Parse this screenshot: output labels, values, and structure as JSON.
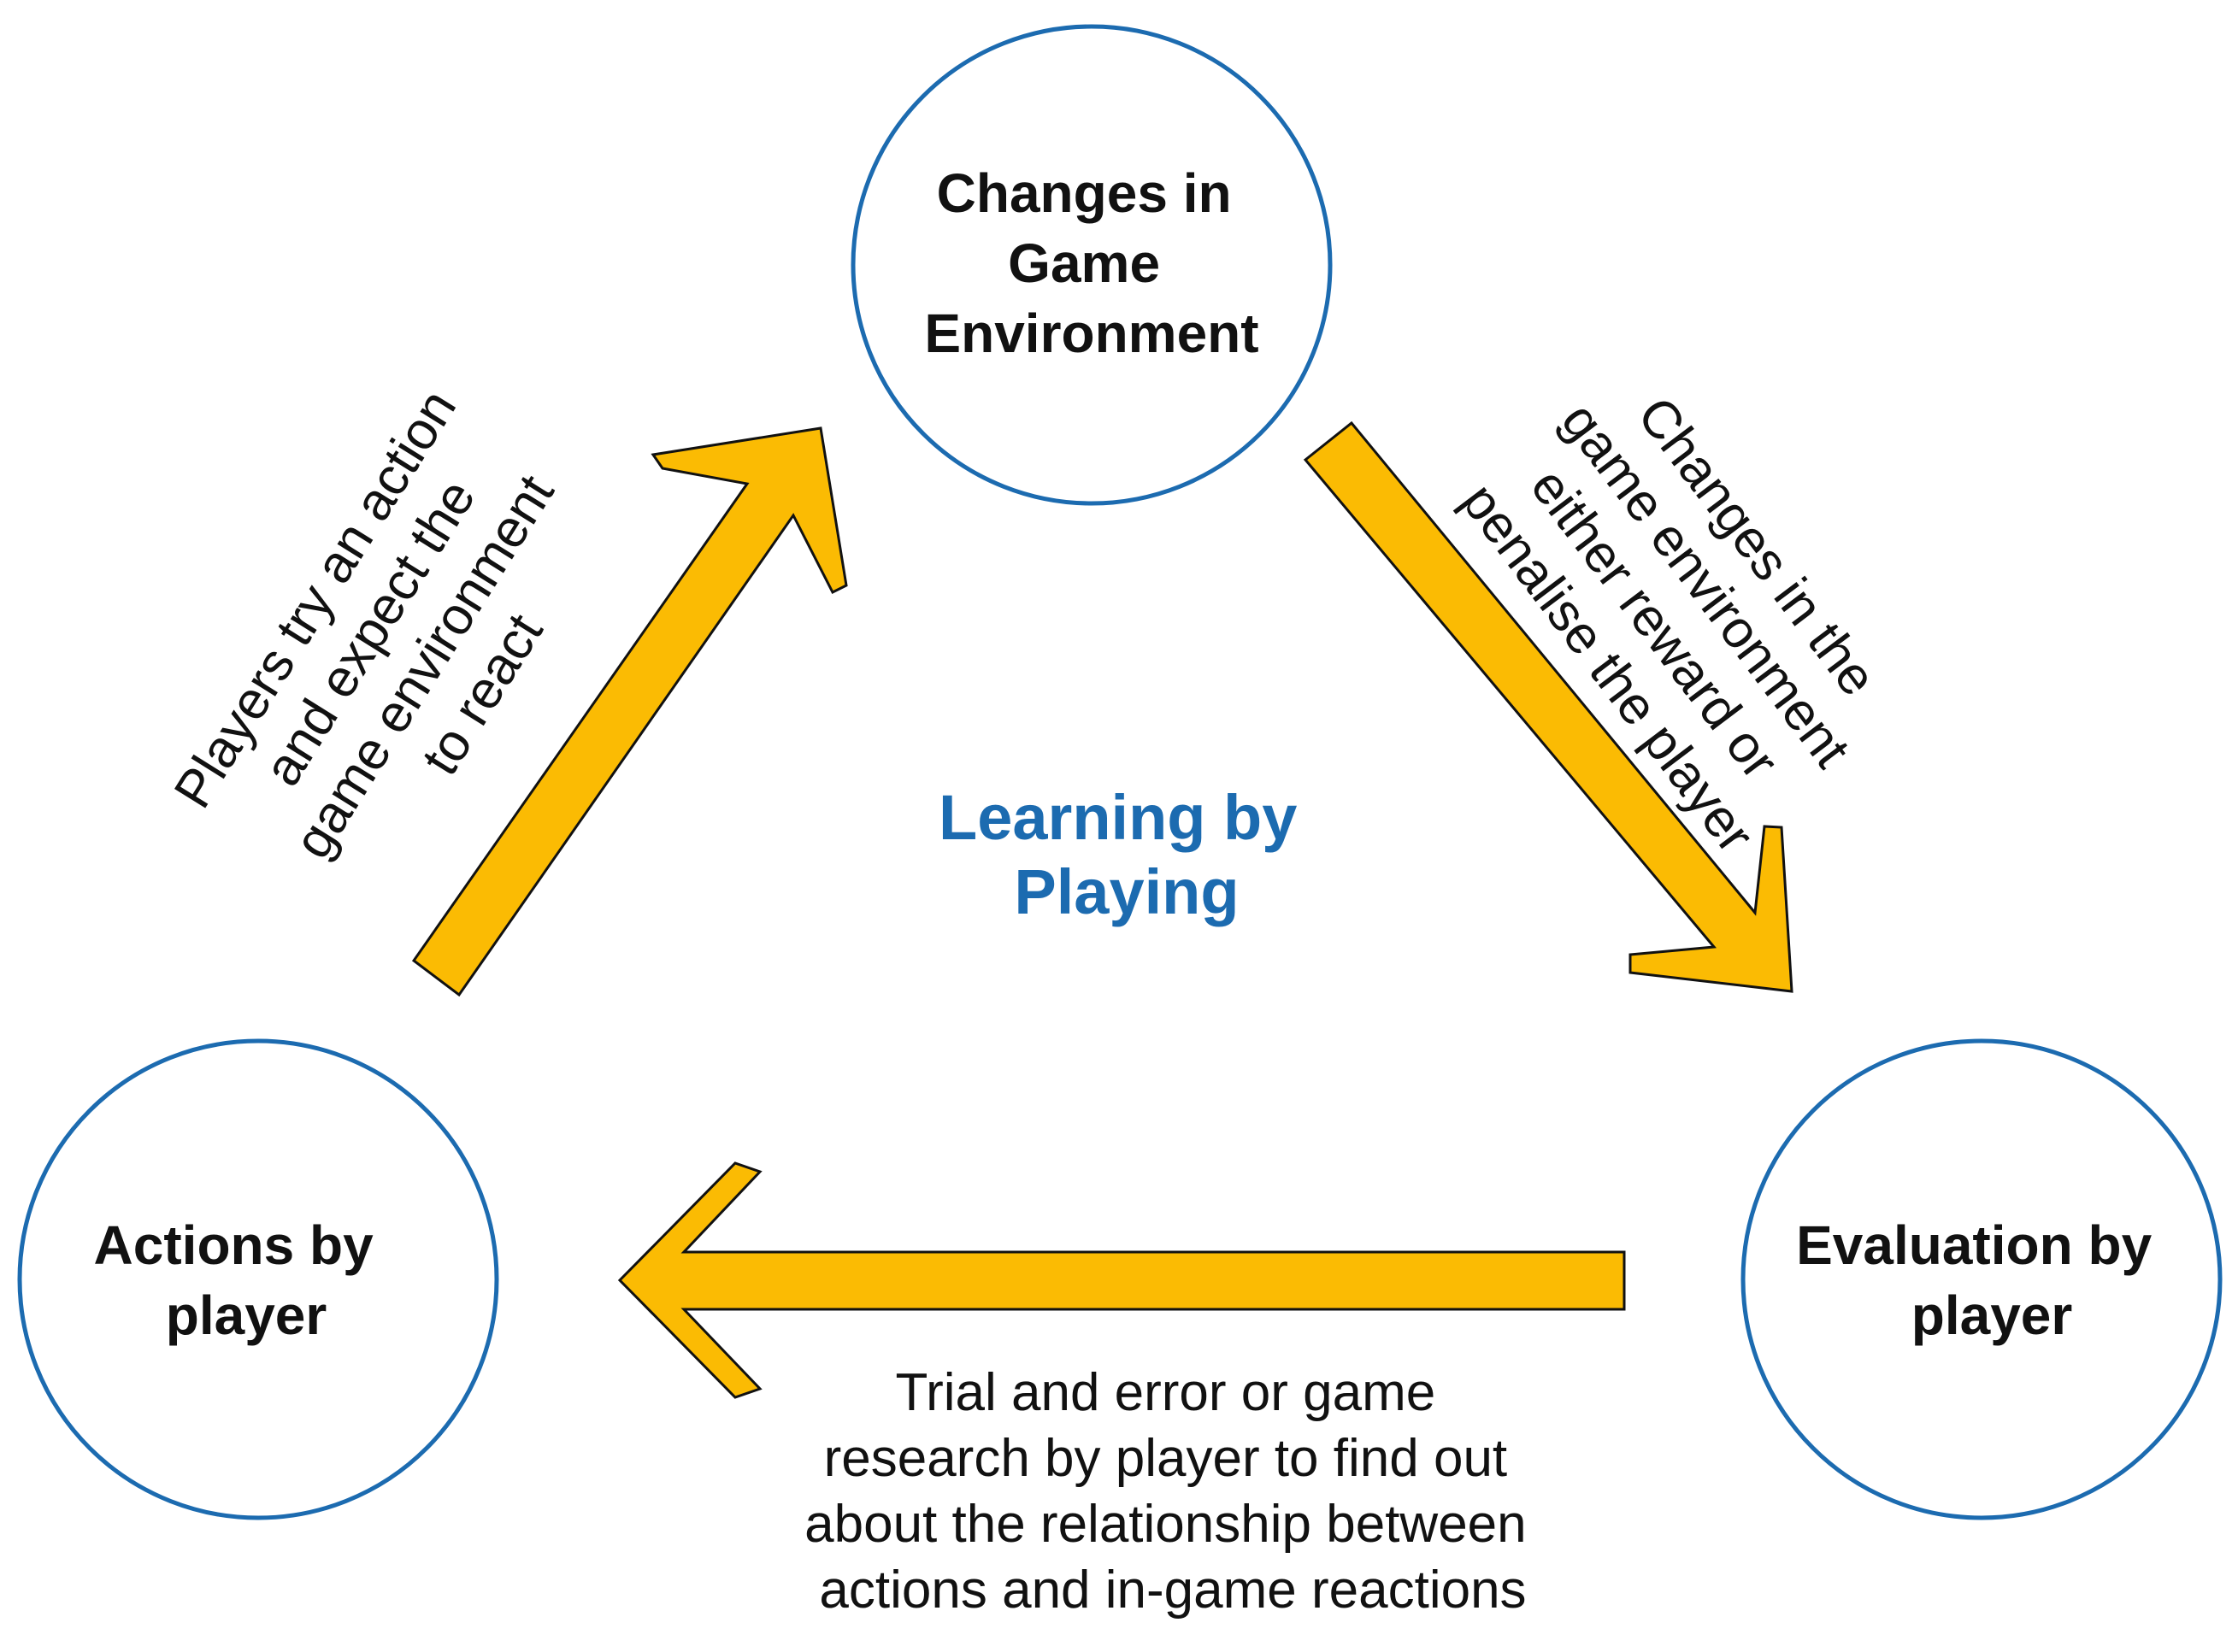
{
  "colors": {
    "node_stroke": "#1c6bb0",
    "arrow_fill": "#fbbb03",
    "center_text": "#1c6bb0"
  },
  "nodes": {
    "top": {
      "lines": [
        "Changes in",
        "Game",
        "Environment"
      ]
    },
    "left": {
      "lines": [
        "Actions by",
        "player"
      ]
    },
    "right": {
      "lines": [
        "Evaluation by",
        "player"
      ]
    }
  },
  "center": {
    "lines": [
      "Learning by",
      "Playing"
    ]
  },
  "edges": {
    "left_up": {
      "lines": [
        "Players try an action",
        "and expect the",
        "game environment",
        "to react"
      ]
    },
    "top_down": {
      "lines": [
        "Changes in the",
        "game environment",
        "either reward or",
        "penalise the player"
      ]
    },
    "bottom": {
      "lines": [
        "Trial and error or game",
        "research by player to find out",
        "about the relationship between",
        "actions and in-game reactions"
      ]
    }
  }
}
